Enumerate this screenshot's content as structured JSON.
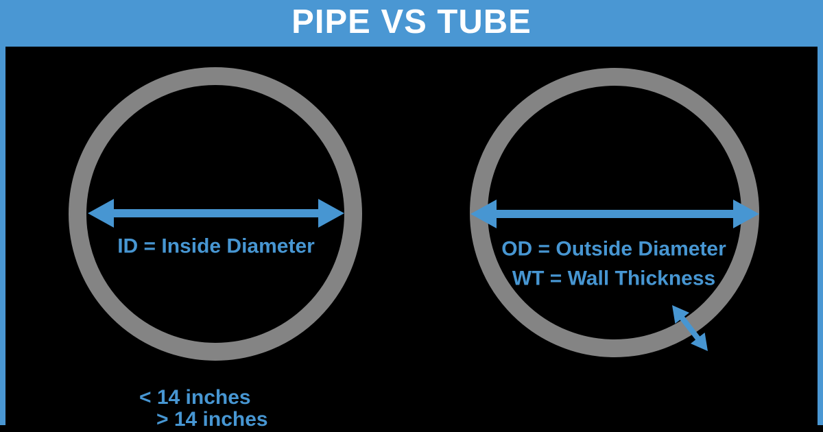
{
  "header": {
    "title": "PIPE VS TUBE"
  },
  "pipe": {
    "diameter_label": "ID = Inside Diameter",
    "size_note": "< 14 inches"
  },
  "tube": {
    "od_label": "OD = Outside Diameter",
    "wt_label": "WT = Wall Thickness",
    "size_note": "> 14 inches"
  },
  "colors": {
    "accent_blue": "#4796d2",
    "header_blue": "#4a97d3",
    "ring_gray": "#848484",
    "background": "#000000",
    "title_text": "#ffffff"
  }
}
